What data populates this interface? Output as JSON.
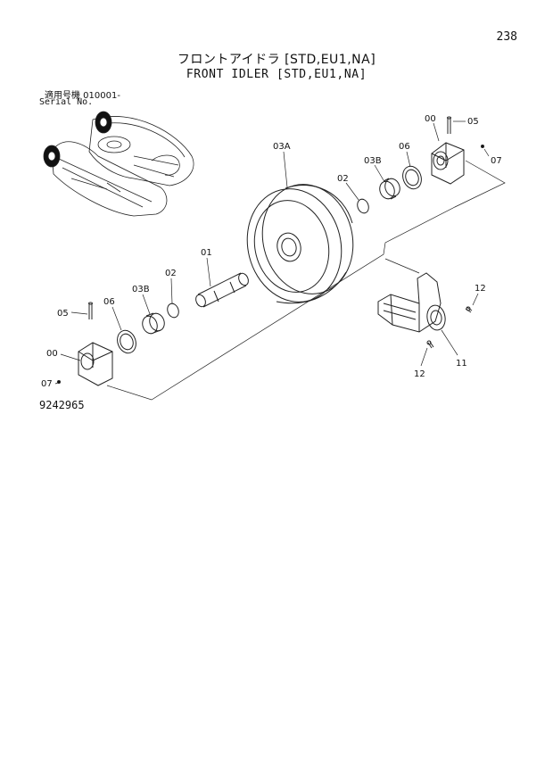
{
  "page_number": "238",
  "title_jp": "フロントアイドラ [STD,EU1,NA]",
  "title_en": "FRONT IDLER [STD,EU1,NA]",
  "serial_jp": "適用号機 010001-",
  "serial_en": "Serial No.",
  "drawing_number": "9242965",
  "callouts": {
    "c00_top": "00",
    "c05_top": "05",
    "c07_top": "07",
    "c06_top": "06",
    "c03B_top": "03B",
    "c02_top": "02",
    "c03A": "03A",
    "c01": "01",
    "c02_left": "02",
    "c03B_left": "03B",
    "c06_left": "06",
    "c05_left": "05",
    "c00_left": "00",
    "c07_left": "07",
    "c12_top": "12",
    "c12_bottom": "12",
    "c11": "11"
  }
}
